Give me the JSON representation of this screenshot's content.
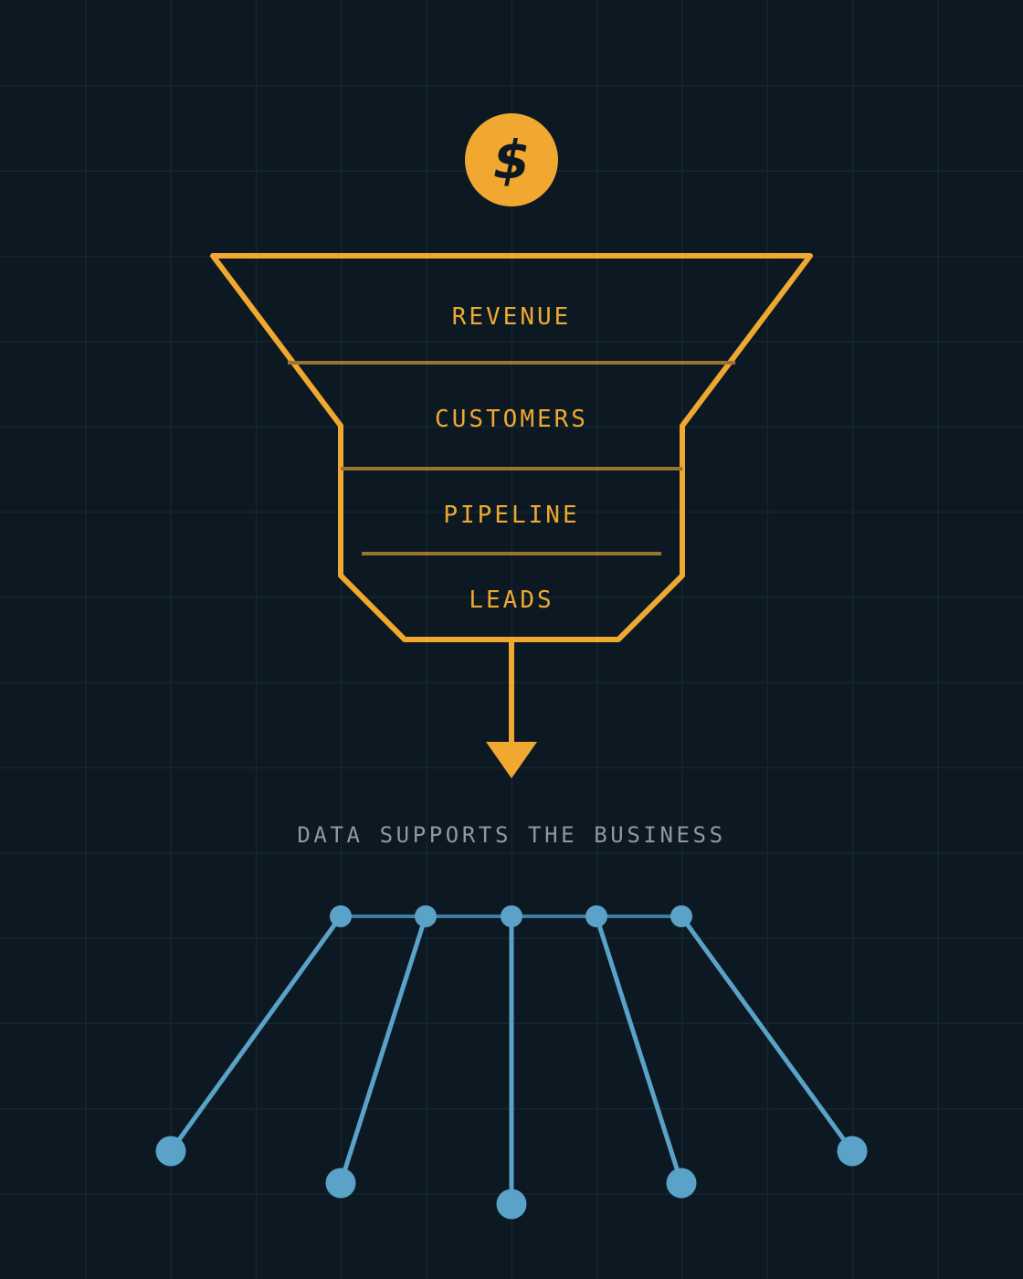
{
  "colors": {
    "background": "#0c1922",
    "grid": "#142631",
    "funnel": "#f0a830",
    "divider": "#9c7430",
    "network": "#5aa2c8",
    "network_bus": "#3f7ea3",
    "caption": "#8d99a3"
  },
  "icons": {
    "top": "dollar-coin-icon",
    "arrow": "arrow-down-icon"
  },
  "coin": {
    "symbol": "$"
  },
  "funnel": {
    "stages": [
      {
        "label": "REVENUE"
      },
      {
        "label": "CUSTOMERS"
      },
      {
        "label": "PIPELINE"
      },
      {
        "label": "LEADS"
      }
    ]
  },
  "caption": "DATA SUPPORTS THE BUSINESS",
  "network": {
    "hub_count": 5,
    "endpoint_count": 5
  }
}
